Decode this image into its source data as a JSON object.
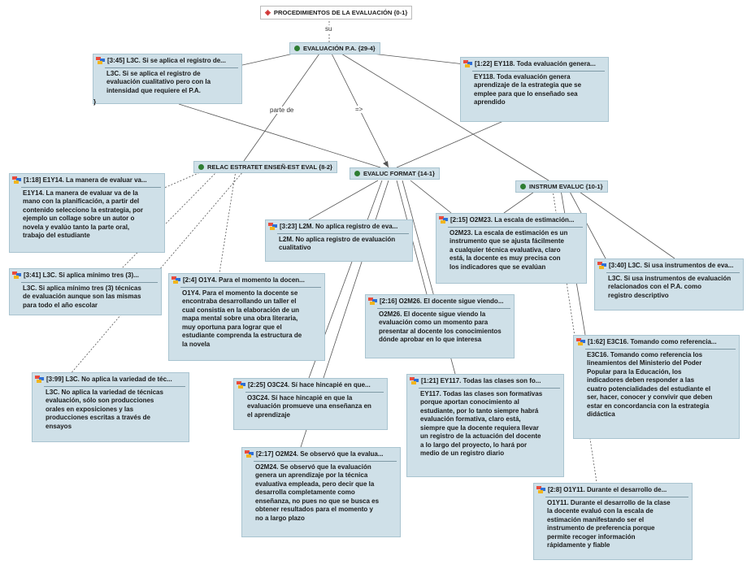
{
  "codes": {
    "root": "PROCEDIMIENTOS DE LA EVALUACIÓN {0-1}",
    "eval_pa": "EVALUACIÓN P.A. {29-4}",
    "relac": "RELAC ESTRATET ENSEÑ-EST EVAL {8-2}",
    "format": "EVALUC FORMAT {14-1}",
    "instrum": "INSTRUM EVALUC {10-1}"
  },
  "edge_labels": {
    "su": "su",
    "parte_de": "parte de",
    "arrow": "=>"
  },
  "quotes": [
    {
      "id": "q345",
      "title": "[3:45] L3C. Si se aplica el registro de...",
      "body": "L3C. Si se aplica el registro de\nevaluación cualitativo pero con la\nintensidad que requiere el P.A."
    },
    {
      "id": "q122",
      "title": "[1:22] EY118. Toda evaluación genera...",
      "body": "EY118. Toda evaluación genera\naprendizaje de la estrategia que se\nemplee para que lo enseñado sea\naprendido"
    },
    {
      "id": "q118",
      "title": "[1:18] E1Y14. La manera de evaluar va...",
      "body": "E1Y14. La manera de evaluar va de la\nmano con la planificación, a partir del\ncontenido selecciono la estrategia, por\nejemplo un collage sobre un autor o\nnovela y evalúo tanto la parte oral,\ntrabajo del estudiante"
    },
    {
      "id": "q341",
      "title": "[3:41] L3C. Si aplica mínimo tres (3)...",
      "body": "L3C. Si aplica mínimo tres (3) técnicas\nde evaluación aunque son las mismas\npara todo el año escolar"
    },
    {
      "id": "q24",
      "title": "[2:4] O1Y4. Para el momento la docen...",
      "body": "O1Y4. Para el momento la docente se\nencontraba desarrollando un taller el\ncual consistía en la elaboración de un\nmapa mental sobre una obra literaria,\nmuy oportuna para lograr que el\nestudiante comprenda la estructura de\nla novela"
    },
    {
      "id": "q399",
      "title": "[3:99] L3C. No aplica la variedad de téc...",
      "body": "L3C. No aplica la variedad de técnicas\nevaluación, sólo son producciones\norales en exposiciones y las\nproducciones escritas a través de\nensayos"
    },
    {
      "id": "q323",
      "title": "[3:23] L2M. No aplica registro de eva...",
      "body": "L2M. No aplica registro de evaluación\ncualitativo"
    },
    {
      "id": "q215",
      "title": "[2:15] O2M23. La escala de estimación...",
      "body": "O2M23. La escala de estimación es un\ninstrumento que se ajusta fácilmente\na cualquier técnica evaluativa, claro\nestá, la docente es muy precisa con\nlos indicadores que se evalúan"
    },
    {
      "id": "q340",
      "title": "[3:40] L3C. Si usa instrumentos de eva...",
      "body": "L3C. Si usa instrumentos de evaluación\nrelacionados con el P.A. como\nregistro descriptivo"
    },
    {
      "id": "q216",
      "title": "[2:16] O2M26. El docente sigue viendo...",
      "body": "O2M26. El docente sigue viendo la\nevaluación como un momento para\npresentar al docente los conocimientos\ndónde aprobar en lo que interesa"
    },
    {
      "id": "q162",
      "title": "[1:62] E3C16. Tomando como referencia...",
      "body": "E3C16. Tomando como referencia los\nlineamientos del Ministerio del Poder\nPopular para la Educación, los\nindicadores deben responder a las\ncuatro potencialidades del estudiante el\nser, hacer, conocer y convivir que deben\nestar en concordancia con la estrategia\ndidáctica"
    },
    {
      "id": "q225",
      "title": "[2:25] O3C24. Sí hace hincapié en que...",
      "body": "O3C24. Sí hace hincapié en que la\nevaluación promueve una enseñanza en\nel aprendizaje"
    },
    {
      "id": "q121",
      "title": "[1:21] EY117. Todas las clases son fo...",
      "body": "EY117. Todas las clases son formativas\nporque aportan conocimiento al\nestudiante, por lo tanto siempre habrá\nevaluación formativa, claro está,\nsiempre que la docente requiera llevar\nun registro de la actuación del docente\na lo largo del proyecto, lo hará por\nmedio de un registro diario"
    },
    {
      "id": "q217",
      "title": "[2:17] O2M24. Se observó que la evalua...",
      "body": "O2M24. Se observó que la evaluación\ngenera un aprendizaje por la técnica\nevaluativa empleada, pero decir que la\ndesarrolla completamente como\nenseñanza, no pues no que se busca es\nobtener resultados para el momento y\nno a largo plazo"
    },
    {
      "id": "q28",
      "title": "[2:8] O1Y11. Durante el desarrollo de...",
      "body": "O1Y11. Durante el desarrollo de la clase\nla docente evaluó con la escala de\nestimación manifestando ser el\ninstrumento de preferencia porque\npermite recoger información\nrápidamente y fiable"
    }
  ]
}
